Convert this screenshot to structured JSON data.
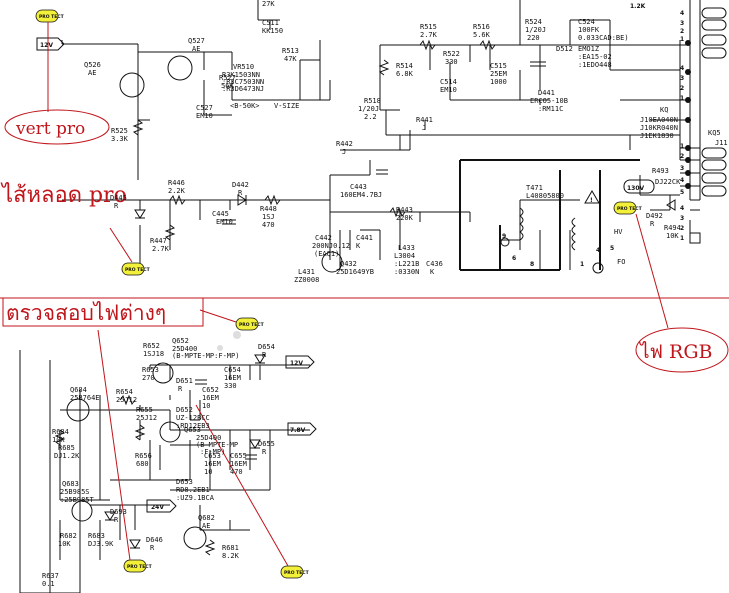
{
  "annotations": {
    "vert_pro": "vert pro",
    "heater_pro": "ไส้หลอด pro",
    "check_voltages": "ตรวจสอบไฟต่างๆ",
    "rgb_supply": "ไฟ RGB"
  },
  "badges": {
    "prot": "PRO TECT"
  },
  "rails": {
    "v12_top": "12V",
    "v12": "12V",
    "v7_8": "7.8V",
    "v24": "24V",
    "v130": "130V"
  },
  "components": [
    {
      "id": "c_27k",
      "text": "27K"
    },
    {
      "id": "c511",
      "text": "C511"
    },
    {
      "id": "c511v",
      "text": "KK150"
    },
    {
      "id": "q527",
      "text": "Q527"
    },
    {
      "id": "q527v",
      "text": "AE"
    },
    {
      "id": "q526",
      "text": "Q526"
    },
    {
      "id": "q526v",
      "text": "AE"
    },
    {
      "id": "r513",
      "text": "R513"
    },
    {
      "id": "r513v",
      "text": "47K"
    },
    {
      "id": "vr510",
      "text": "VR510"
    },
    {
      "id": "vr510a",
      "text": "R3K1503NN"
    },
    {
      "id": "vr510b",
      "text": ":R3C7503NN"
    },
    {
      "id": "vr510c",
      "text": ":R3D6473NJ"
    },
    {
      "id": "r527",
      "text": "R527"
    },
    {
      "id": "r527v",
      "text": "56K"
    },
    {
      "id": "c527",
      "text": "C527"
    },
    {
      "id": "c527v",
      "text": "EM10"
    },
    {
      "id": "b50k",
      "text": "<B-50K>"
    },
    {
      "id": "vsize",
      "text": "V-SIZE"
    },
    {
      "id": "r525",
      "text": "R525"
    },
    {
      "id": "r525v",
      "text": "3.3K"
    },
    {
      "id": "r515",
      "text": "R515"
    },
    {
      "id": "r515v",
      "text": "2.7K"
    },
    {
      "id": "r516",
      "text": "R516"
    },
    {
      "id": "r516v",
      "text": "5.6K"
    },
    {
      "id": "r524",
      "text": "R524"
    },
    {
      "id": "r524a",
      "text": "1/20J"
    },
    {
      "id": "r524b",
      "text": "220"
    },
    {
      "id": "c524",
      "text": "C524"
    },
    {
      "id": "c524a",
      "text": "100FK"
    },
    {
      "id": "c524b",
      "text": "0.033CAD:BE)"
    },
    {
      "id": "d512",
      "text": "D512"
    },
    {
      "id": "d512a",
      "text": "EMO1Z"
    },
    {
      "id": "d512b",
      "text": ":EA15-02"
    },
    {
      "id": "d512c",
      "text": ":1EDO448"
    },
    {
      "id": "r522",
      "text": "R522"
    },
    {
      "id": "r522v",
      "text": "330"
    },
    {
      "id": "r514",
      "text": "R514"
    },
    {
      "id": "r514v",
      "text": "6.8K"
    },
    {
      "id": "c514",
      "text": "C514"
    },
    {
      "id": "c514v",
      "text": "EM10"
    },
    {
      "id": "c515",
      "text": "C515"
    },
    {
      "id": "c515a",
      "text": "25EM"
    },
    {
      "id": "c515b",
      "text": "1000"
    },
    {
      "id": "d441",
      "text": "D441"
    },
    {
      "id": "d441a",
      "text": "ERCO5-10B"
    },
    {
      "id": "d441b",
      "text": ":RM11C"
    },
    {
      "id": "r518",
      "text": "R518"
    },
    {
      "id": "r518a",
      "text": "1/20J"
    },
    {
      "id": "r518b",
      "text": "2.2"
    },
    {
      "id": "r441",
      "text": "R441"
    },
    {
      "id": "r441v",
      "text": "J"
    },
    {
      "id": "r442",
      "text": "R442"
    },
    {
      "id": "r442v",
      "text": "J"
    },
    {
      "id": "kq",
      "text": "KQ"
    },
    {
      "id": "kqa",
      "text": "J10EA040N"
    },
    {
      "id": "kqb",
      "text": "J10KR040N"
    },
    {
      "id": "kqc",
      "text": "J1EK1830"
    },
    {
      "id": "kq5",
      "text": "KQ5"
    },
    {
      "id": "j11",
      "text": "J11"
    },
    {
      "id": "r493",
      "text": "R493"
    },
    {
      "id": "dj22",
      "text": "DJ22CK"
    },
    {
      "id": "r446",
      "text": "R446"
    },
    {
      "id": "r446v",
      "text": "2.2K"
    },
    {
      "id": "d442",
      "text": "D442"
    },
    {
      "id": "d442v",
      "text": "R"
    },
    {
      "id": "c443",
      "text": "C443"
    },
    {
      "id": "c443v",
      "text": "160EM4.7BJ"
    },
    {
      "id": "t471",
      "text": "T471"
    },
    {
      "id": "t471v",
      "text": "L40805800"
    },
    {
      "id": "d445",
      "text": "D445"
    },
    {
      "id": "d445v",
      "text": "R"
    },
    {
      "id": "c445",
      "text": "C445"
    },
    {
      "id": "c445v",
      "text": "EM10"
    },
    {
      "id": "r448",
      "text": "R448"
    },
    {
      "id": "r448a",
      "text": "1SJ"
    },
    {
      "id": "r448b",
      "text": "470"
    },
    {
      "id": "r443",
      "text": "R443"
    },
    {
      "id": "r443v",
      "text": "220K"
    },
    {
      "id": "d492",
      "text": "D492"
    },
    {
      "id": "d492v",
      "text": "R"
    },
    {
      "id": "r494",
      "text": "R494"
    },
    {
      "id": "r494v",
      "text": "10K"
    },
    {
      "id": "r447",
      "text": "R447"
    },
    {
      "id": "r447v",
      "text": "2.7K"
    },
    {
      "id": "c442",
      "text": "C442"
    },
    {
      "id": "c442a",
      "text": "200NJ0.12"
    },
    {
      "id": "c442b",
      "text": "(EAQ1)"
    },
    {
      "id": "c441",
      "text": "C441"
    },
    {
      "id": "c441v",
      "text": "K"
    },
    {
      "id": "hv",
      "text": "HV"
    },
    {
      "id": "l433",
      "text": "L433"
    },
    {
      "id": "l433a",
      "text": "L3004"
    },
    {
      "id": "l433b",
      "text": ":L221B"
    },
    {
      "id": "l433c",
      "text": ":0330N"
    },
    {
      "id": "c436",
      "text": "C436"
    },
    {
      "id": "c436v",
      "text": "K"
    },
    {
      "id": "fo",
      "text": "FO"
    },
    {
      "id": "q432",
      "text": "Q432"
    },
    {
      "id": "q432v",
      "text": "25D1649YB"
    },
    {
      "id": "l431",
      "text": "L431"
    },
    {
      "id": "l431v",
      "text": "ZZ0008"
    },
    {
      "id": "q652",
      "text": "Q652"
    },
    {
      "id": "q652a",
      "text": "25D400"
    },
    {
      "id": "q652b",
      "text": "(B-MPTE-MP:F-MP)"
    },
    {
      "id": "r652",
      "text": "R652"
    },
    {
      "id": "r652v",
      "text": "1SJ18"
    },
    {
      "id": "d654",
      "text": "D654"
    },
    {
      "id": "d654v",
      "text": "R"
    },
    {
      "id": "r653",
      "text": "R653"
    },
    {
      "id": "r653v",
      "text": "270"
    },
    {
      "id": "c654",
      "text": "C654"
    },
    {
      "id": "c654a",
      "text": "16EM"
    },
    {
      "id": "c654b",
      "text": "330"
    },
    {
      "id": "d651",
      "text": "D651"
    },
    {
      "id": "d651v",
      "text": "R"
    },
    {
      "id": "c652",
      "text": "C652"
    },
    {
      "id": "c652a",
      "text": "16EM"
    },
    {
      "id": "c652b",
      "text": "10"
    },
    {
      "id": "q684",
      "text": "Q684"
    },
    {
      "id": "q684v",
      "text": "25B764E"
    },
    {
      "id": "r654",
      "text": "R654"
    },
    {
      "id": "r654v",
      "text": "25J12"
    },
    {
      "id": "r655",
      "text": "R655"
    },
    {
      "id": "r655v",
      "text": "25J12"
    },
    {
      "id": "d652",
      "text": "D652"
    },
    {
      "id": "d652a",
      "text": "UZ-12BCC"
    },
    {
      "id": "d652b",
      "text": ":RD12EB3"
    },
    {
      "id": "r684",
      "text": "R684"
    },
    {
      "id": "r684v",
      "text": "10K"
    },
    {
      "id": "q653",
      "text": "Q653"
    },
    {
      "id": "q653a",
      "text": "25D400"
    },
    {
      "id": "q653b",
      "text": "(B-MPTE-MP"
    },
    {
      "id": "q653c",
      "text": ":F-MP)"
    },
    {
      "id": "r685",
      "text": "R685"
    },
    {
      "id": "r685v",
      "text": "DJ1.2K"
    },
    {
      "id": "r656",
      "text": "R656"
    },
    {
      "id": "r656v",
      "text": "680"
    },
    {
      "id": "d655",
      "text": "D655"
    },
    {
      "id": "d655v",
      "text": "R"
    },
    {
      "id": "c653",
      "text": "C653"
    },
    {
      "id": "c653a",
      "text": "16EM"
    },
    {
      "id": "c653b",
      "text": "10"
    },
    {
      "id": "c655",
      "text": "C655"
    },
    {
      "id": "c655a",
      "text": "16EM"
    },
    {
      "id": "c655b",
      "text": "470"
    },
    {
      "id": "d653",
      "text": "D653"
    },
    {
      "id": "d653a",
      "text": "RD8.2EB1"
    },
    {
      "id": "d653b",
      "text": ":UZ9.1BCA"
    },
    {
      "id": "q683",
      "text": "Q683"
    },
    {
      "id": "q683a",
      "text": "25B985S"
    },
    {
      "id": "q683b",
      "text": ":25B985T"
    },
    {
      "id": "d693",
      "text": "D693"
    },
    {
      "id": "d693v",
      "text": "R"
    },
    {
      "id": "q682",
      "text": "Q682"
    },
    {
      "id": "q682v",
      "text": "AE"
    },
    {
      "id": "r682",
      "text": "R682"
    },
    {
      "id": "r682v",
      "text": "10K"
    },
    {
      "id": "r683",
      "text": "R683"
    },
    {
      "id": "r683v",
      "text": "DJ3.9K"
    },
    {
      "id": "d646",
      "text": "D646"
    },
    {
      "id": "d646v",
      "text": "R"
    },
    {
      "id": "r681",
      "text": "R681"
    },
    {
      "id": "r681v",
      "text": "8.2K"
    },
    {
      "id": "r637",
      "text": "R637"
    },
    {
      "id": "r637v",
      "text": "0.1"
    }
  ],
  "pins": [
    {
      "id": "p4a",
      "text": "4"
    },
    {
      "id": "p3a",
      "text": "3"
    },
    {
      "id": "p2a",
      "text": "2"
    },
    {
      "id": "p1a",
      "text": "1"
    },
    {
      "id": "p12a",
      "text": "1.2K"
    },
    {
      "id": "p4b",
      "text": "4"
    },
    {
      "id": "p3b",
      "text": "3"
    },
    {
      "id": "p2b",
      "text": "2"
    },
    {
      "id": "p1b",
      "text": "1"
    },
    {
      "id": "p1c",
      "text": "1"
    },
    {
      "id": "p2c",
      "text": "2"
    },
    {
      "id": "p3c",
      "text": "3"
    },
    {
      "id": "p4c",
      "text": "4"
    },
    {
      "id": "p5c",
      "text": "5"
    },
    {
      "id": "p4d",
      "text": "4"
    },
    {
      "id": "p3d",
      "text": "3"
    },
    {
      "id": "p2d",
      "text": "2"
    },
    {
      "id": "p1d",
      "text": "1"
    },
    {
      "id": "p9",
      "text": "9"
    },
    {
      "id": "p6",
      "text": "6"
    },
    {
      "id": "p1e",
      "text": "1"
    },
    {
      "id": "p4e",
      "text": "4"
    },
    {
      "id": "p5e",
      "text": "5"
    },
    {
      "id": "p8",
      "text": "8"
    }
  ],
  "colors": {
    "annotation": "#c0151b",
    "badge_fill": "#f3f03a",
    "wire": "#111111"
  }
}
